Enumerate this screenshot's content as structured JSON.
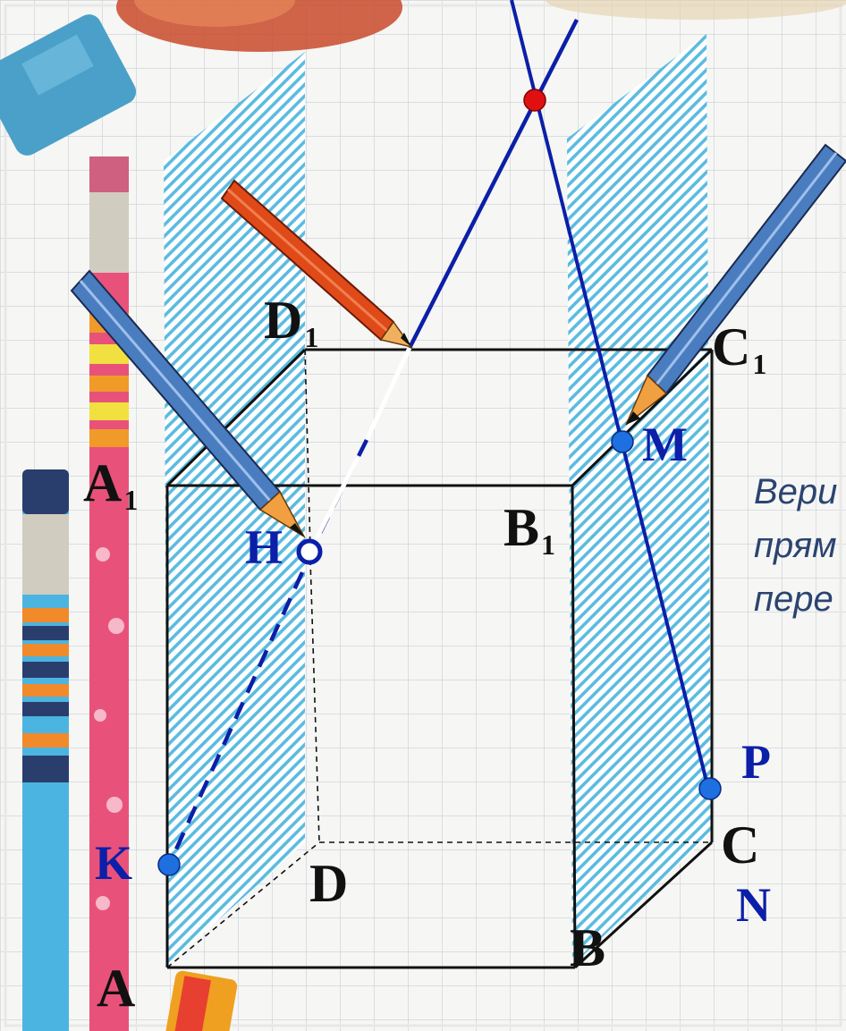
{
  "colors": {
    "blue": "#0b1fa8",
    "point_blue": "#1e6fe0",
    "hatch": "#5bbbe0",
    "red_point": "#e01010"
  },
  "labels": {
    "A": "A",
    "B": "B",
    "C": "C",
    "D": "D",
    "A1": "A",
    "B1": "B",
    "C1": "C",
    "D1": "D",
    "sub1": "1",
    "H": "H",
    "M": "M",
    "K": "K",
    "P": "P",
    "N": "N"
  },
  "side_text": [
    "Вери",
    "прям",
    "пере"
  ]
}
